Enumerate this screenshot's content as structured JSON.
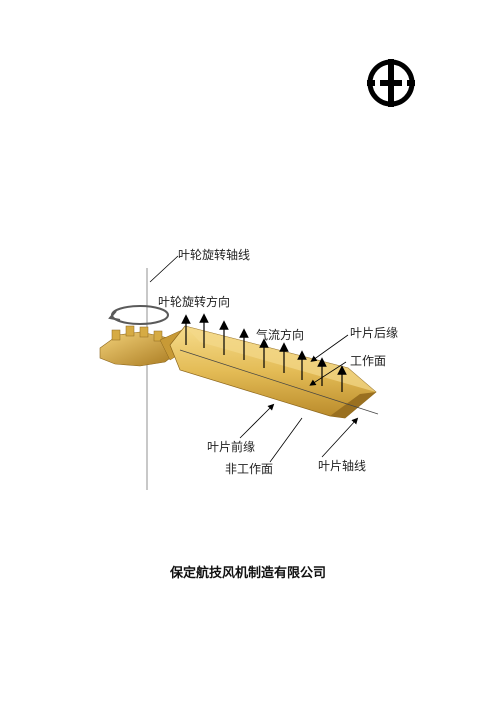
{
  "labels": {
    "rotation_axis": "叶轮旋转轴线",
    "rotation_direction": "叶轮旋转方向",
    "airflow_direction": "气流方向",
    "trailing_edge": "叶片后缘",
    "working_face": "工作面",
    "leading_edge": "叶片前缘",
    "non_working_face": "非工作面",
    "blade_axis": "叶片轴线"
  },
  "footer": {
    "company": "保定航技风机制造有限公司"
  },
  "colors": {
    "blade": "#e3bb55",
    "blade_dark": "#b98a2a",
    "blade_light": "#f6dc8c",
    "arrow": "#000000",
    "rotation_arrow": "#5a5a5a"
  }
}
